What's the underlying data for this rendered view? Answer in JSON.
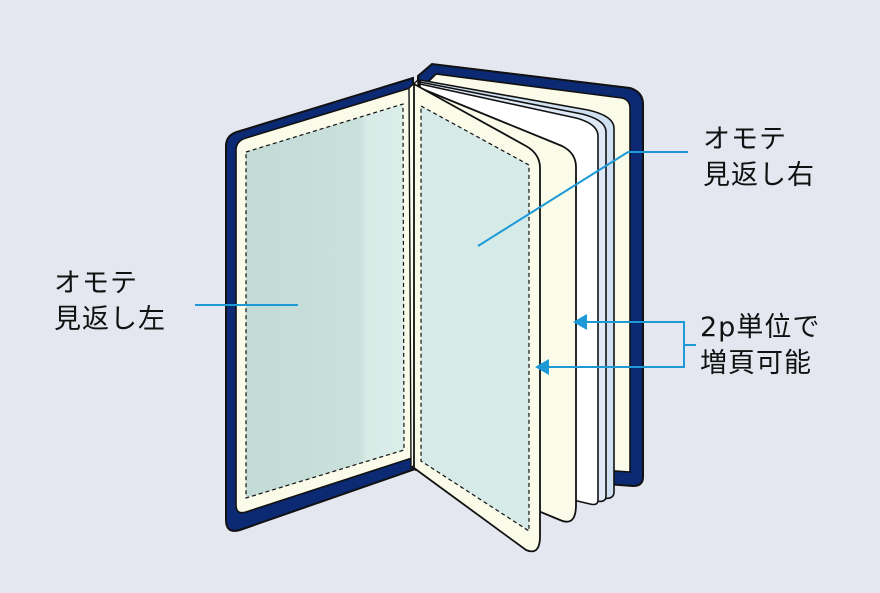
{
  "labels": {
    "left_endpaper": {
      "line1": "オモテ",
      "line2": "見返し左"
    },
    "right_endpaper": {
      "line1": "オモテ",
      "line2": "見返し右"
    },
    "page_increment": {
      "line1": "2p単位で",
      "line2": "増頁可能"
    }
  },
  "colors": {
    "background": "#e4e7f0",
    "cover": "#0b2a73",
    "endpaper_cream": "#fbfbea",
    "endpaper_green": "#c8e0dc",
    "leader_line": "#1d9ad6",
    "text": "#111111"
  }
}
